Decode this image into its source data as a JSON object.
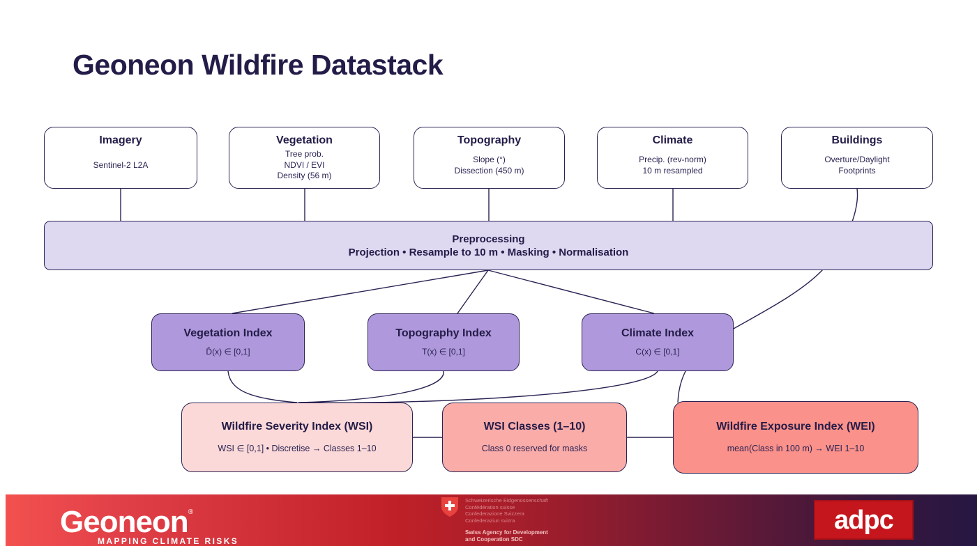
{
  "title": "Geoneon Wildfire Datastack",
  "sources": [
    {
      "title": "Imagery",
      "lines": [
        "Sentinel-2 L2A"
      ]
    },
    {
      "title": "Vegetation",
      "lines": [
        "Tree prob.",
        "NDVI / EVI",
        "Density (56 m)"
      ]
    },
    {
      "title": "Topography",
      "lines": [
        "Slope (°)",
        "Dissection (450 m)"
      ]
    },
    {
      "title": "Climate",
      "lines": [
        "Precip. (rev-norm)",
        "10 m resampled"
      ]
    },
    {
      "title": "Buildings",
      "lines": [
        "Overture/Daylight",
        "Footprints"
      ]
    }
  ],
  "preprocessing": {
    "title": "Preprocessing",
    "subtitle": "Projection • Resample to 10 m • Masking • Normalisation"
  },
  "indices": [
    {
      "title": "Vegetation Index",
      "formula": "Ď(x) ∈ [0,1]"
    },
    {
      "title": "Topography Index",
      "formula": "T(x) ∈ [0,1]"
    },
    {
      "title": "Climate Index",
      "formula": "C(x) ∈ [0,1]"
    }
  ],
  "outputs": [
    {
      "title": "Wildfire Severity Index (WSI)",
      "subtitle": "WSI ∈ [0,1] • Discretise → Classes 1–10"
    },
    {
      "title": "WSI Classes (1–10)",
      "subtitle": "Class 0 reserved for masks"
    },
    {
      "title": "Wildfire Exposure Index (WEI)",
      "subtitle": "mean(Class in 100 m) → WEI 1–10"
    }
  ],
  "footer": {
    "geoneon_logo": "Geoneon",
    "geoneon_reg": "®",
    "geoneon_tagline": "MAPPING CLIMATE RISKS",
    "swiss_lines": [
      "Schweizerische Eidgenossenschaft",
      "Confédération suisse",
      "Confederazione Svizzera",
      "Confederaziun svizra"
    ],
    "swiss_agency": [
      "Swiss Agency for Development",
      "and Cooperation SDC"
    ],
    "adpc_logo": "adpc"
  },
  "colors": {
    "ink_navy": "#2B2353",
    "lavender_fill": "#DED9F1",
    "purple_fill": "#AF99DC",
    "pink_light": "#FBD9D8",
    "pink_medium": "#FAACA9",
    "salmon_fill": "#FA918A",
    "footer_red": "#F2514F",
    "footer_crimson": "#C02027",
    "footer_purple": "#261742",
    "adpc_red": "#C5161D",
    "swiss_shield_red": "#E8423F"
  }
}
